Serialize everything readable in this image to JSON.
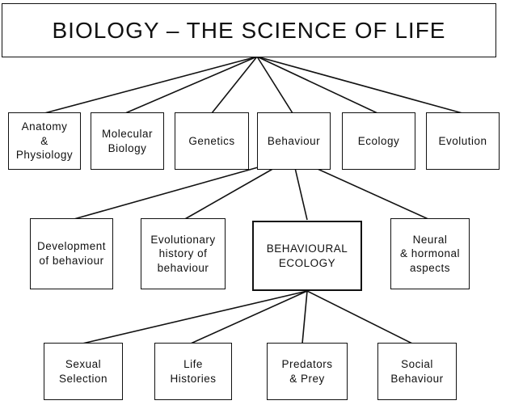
{
  "title": "BIOLOGY – THE SCIENCE OF LIFE",
  "level1": [
    "Anatomy\n&\nPhysiology",
    "Molecular\nBiology",
    "Genetics",
    "Behaviour",
    "Ecology",
    "Evolution"
  ],
  "level2": [
    "Development\nof behaviour",
    "Evolutionary\nhistory of\nbehaviour",
    "BEHAVIOURAL\nECOLOGY",
    "Neural\n& hormonal\naspects"
  ],
  "level3": [
    "Sexual\nSelection",
    "Life\nHistories",
    "Predators\n& Prey",
    "Social\nBehaviour"
  ],
  "style": {
    "line_color": "#111111",
    "background": "#ffffff"
  }
}
